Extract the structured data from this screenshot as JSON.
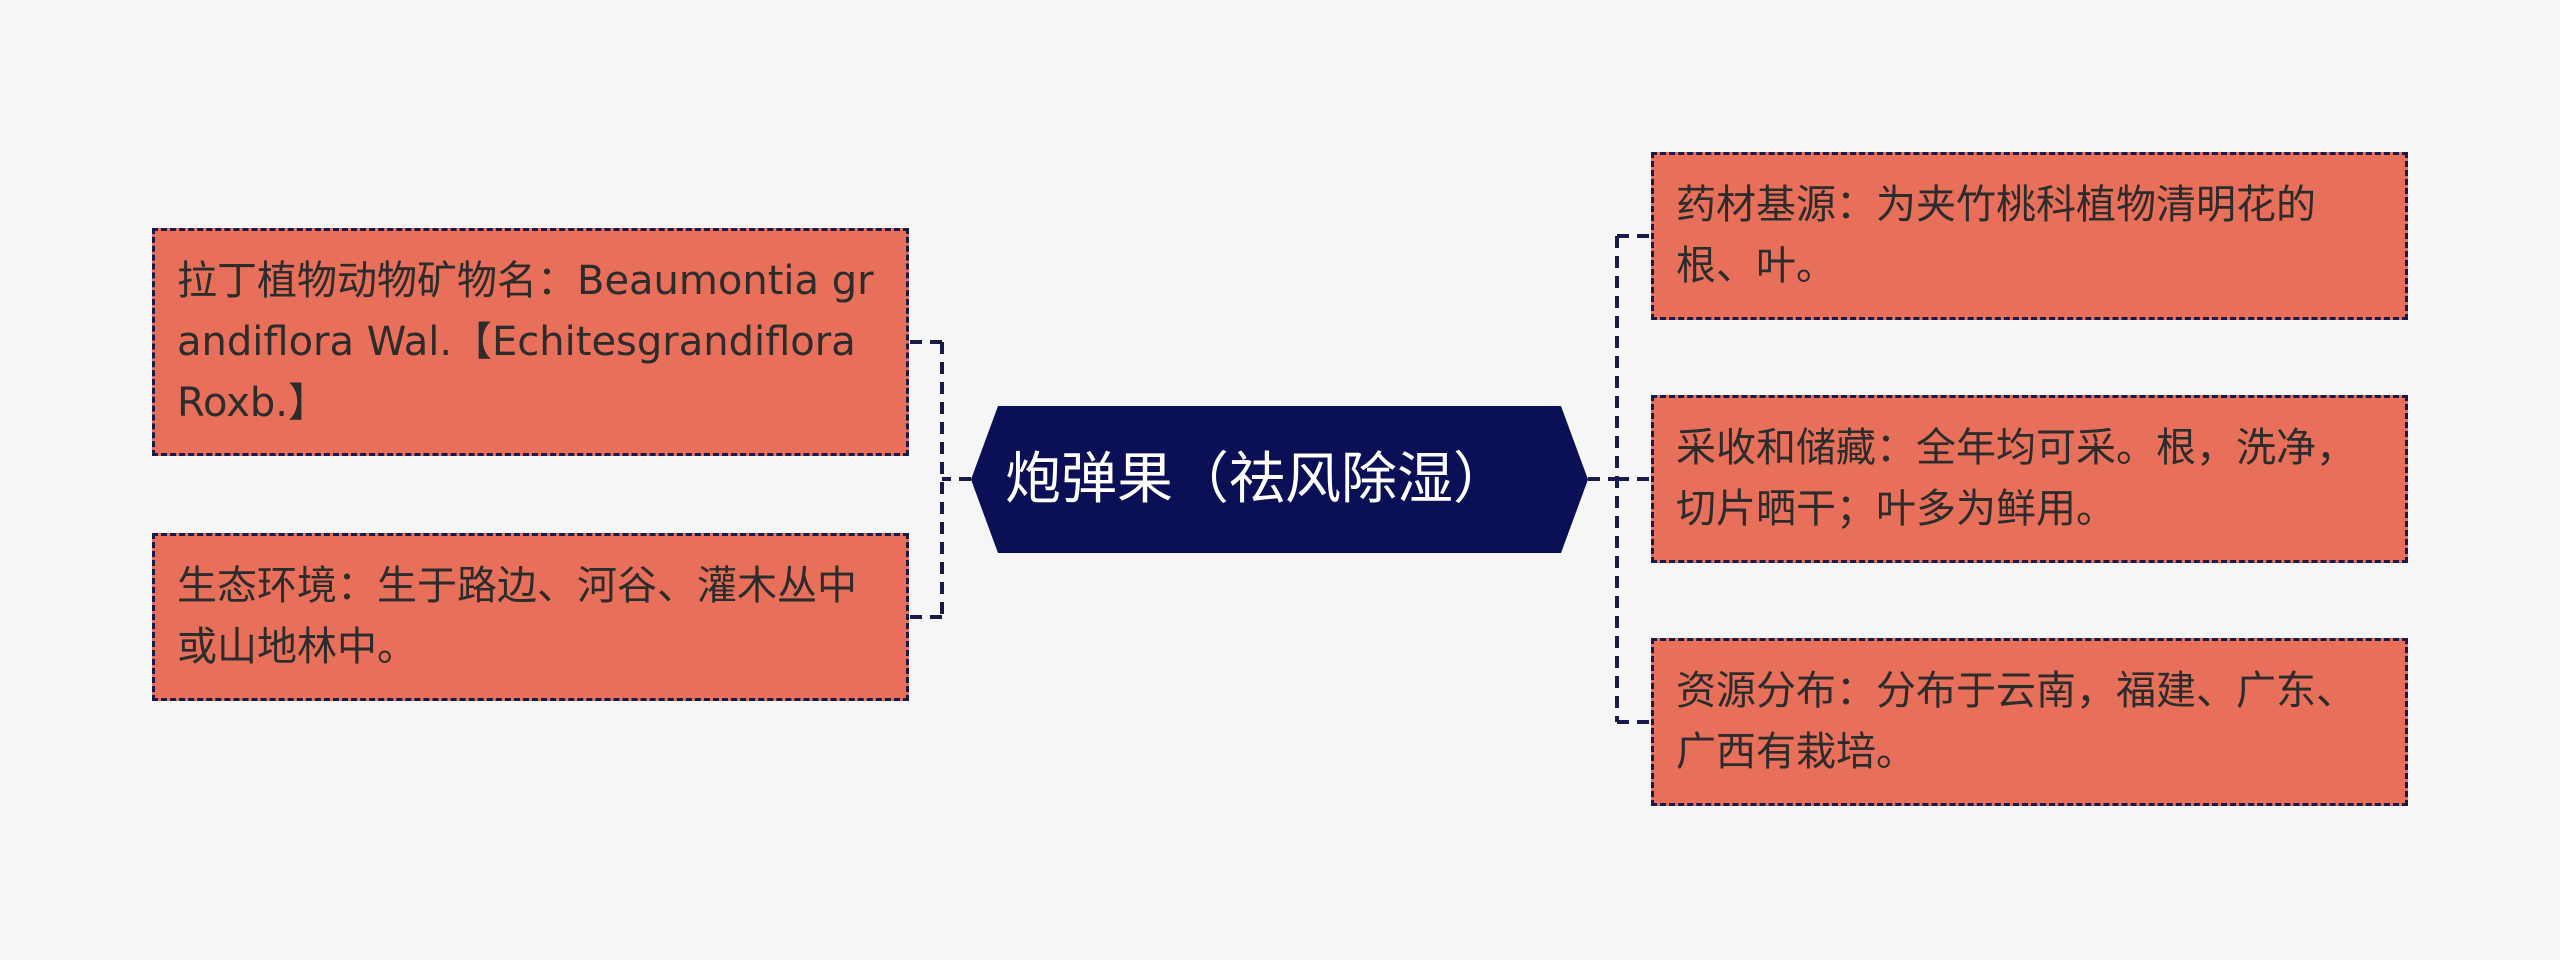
{
  "mindmap": {
    "center": {
      "label": "炮弹果（祛风除湿）"
    },
    "left_nodes": [
      {
        "text": "拉丁植物动物矿物名：Beaumontia grandiflora Wal.【Echitesgrandiflora Roxb.】"
      },
      {
        "text": "生态环境：生于路边、河谷、灌木丛中或山地林中。"
      }
    ],
    "right_nodes": [
      {
        "text": "药材基源：为夹竹桃科植物清明花的根、叶。"
      },
      {
        "text": "采收和储藏：全年均可采。根，洗净，切片晒干；叶多为鲜用。"
      },
      {
        "text": "资源分布：分布于云南，福建、广东、广西有栽培。"
      }
    ]
  },
  "colors": {
    "background": "#f6f6f6",
    "center_fill": "#0b0f55",
    "node_fill": "#e8705a",
    "connector": "#1a1a4a"
  }
}
